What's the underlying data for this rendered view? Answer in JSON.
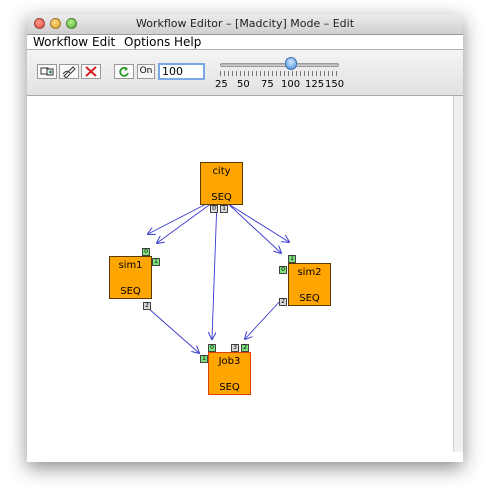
{
  "window": {
    "title": "Workflow Editor – [Madcity]  Mode – Edit"
  },
  "menu": [
    "Workflow",
    "Edit",
    "Options",
    "Help"
  ],
  "toolbar": {
    "icons": [
      "add-job-icon",
      "edit-job-icon",
      "delete-icon",
      "refresh-icon"
    ],
    "on_label": "On",
    "zoom_value": "100",
    "zoom_level": 100,
    "zoom_min": 25,
    "zoom_max": 150,
    "tick_labels": [
      "25",
      "50",
      "75",
      "100",
      "125",
      "150"
    ]
  },
  "nodes": [
    {
      "id": "city",
      "name": "city",
      "type": "SEQ",
      "ports": [
        "0",
        "1"
      ]
    },
    {
      "id": "sim1",
      "name": "sim1",
      "type": "SEQ",
      "ports": [
        "0",
        "1",
        "2"
      ]
    },
    {
      "id": "sim2",
      "name": "sim2",
      "type": "SEQ",
      "ports": [
        "1",
        "0",
        "2"
      ]
    },
    {
      "id": "job3",
      "name": "Job3",
      "type": "SEQ",
      "ports": [
        "0",
        "3",
        "2",
        "1"
      ]
    }
  ],
  "edges": [
    {
      "from": "city",
      "to": "sim1"
    },
    {
      "from": "city",
      "to": "sim2"
    },
    {
      "from": "city",
      "to": "job3"
    },
    {
      "from": "sim1",
      "to": "job3"
    },
    {
      "from": "sim2",
      "to": "job3"
    }
  ],
  "colors": {
    "node_fill": "#ffa500",
    "edge": "#3a3ad0",
    "in_port": "#7de07d",
    "out_port": "#d8d8d8"
  }
}
